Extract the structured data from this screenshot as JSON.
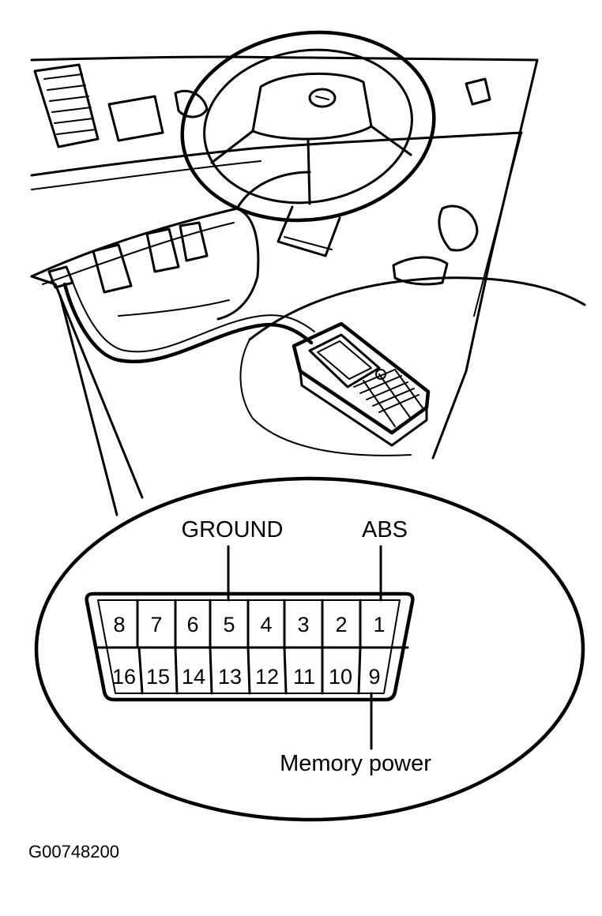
{
  "labels": {
    "ground": "GROUND",
    "abs": "ABS",
    "memory_power": "Memory power",
    "figure_id": "G00748200"
  },
  "connector": {
    "top_row": [
      "8",
      "7",
      "6",
      "5",
      "4",
      "3",
      "2",
      "1"
    ],
    "bottom_row": [
      "16",
      "15",
      "14",
      "13",
      "12",
      "11",
      "10",
      "9"
    ]
  },
  "colors": {
    "ink": "#000000",
    "paper": "#ffffff"
  }
}
